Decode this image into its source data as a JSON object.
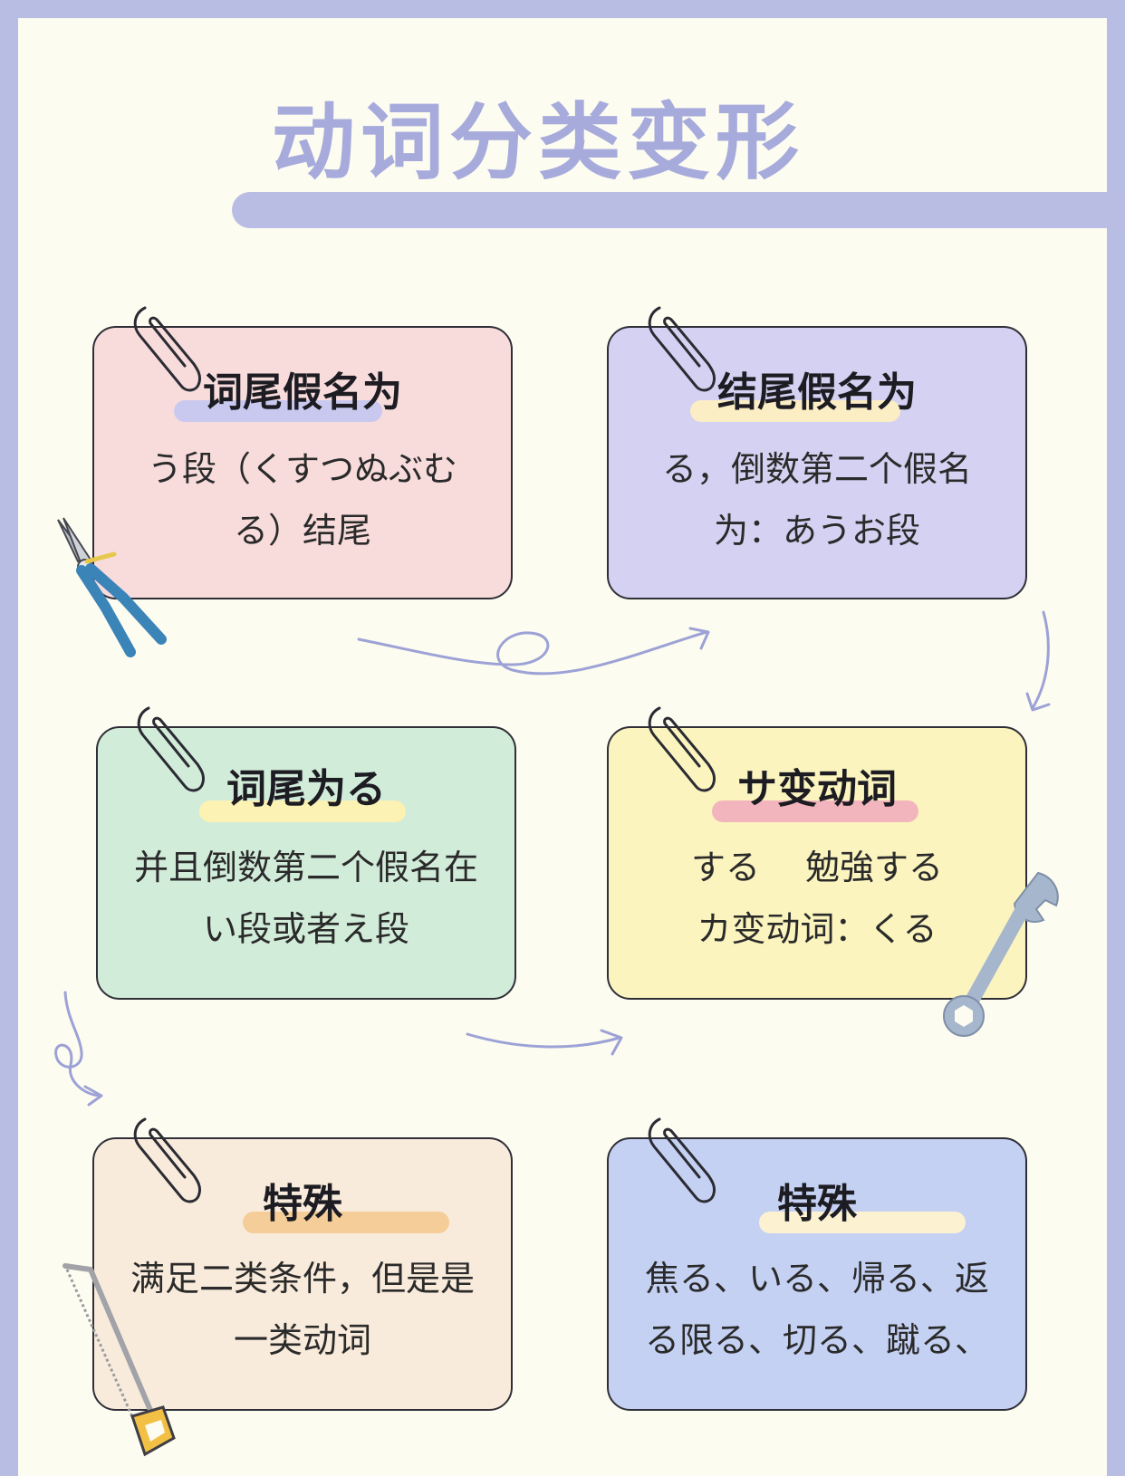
{
  "title": "动词分类变形",
  "colors": {
    "frame": "#b8bde3",
    "page": "#fdfcf0",
    "title": "#a7abdc",
    "arrow": "#9da2d6"
  },
  "cards": [
    {
      "title": "词尾假名为",
      "lines": [
        "う段（くすつぬぶむ",
        "る）结尾"
      ],
      "bg": "#f8dcdc",
      "highlight": "#c9c9ef"
    },
    {
      "title": "结尾假名为",
      "lines": [
        "る，倒数第二个假名",
        "为：あうお段"
      ],
      "bg": "#d5d1f2",
      "highlight": "#fbeec5"
    },
    {
      "title": "词尾为る",
      "lines": [
        "并且倒数第二个假名在",
        "い段或者え段"
      ],
      "bg": "#d2ecda",
      "highlight": "#fbf2b3"
    },
    {
      "title": "サ变动词",
      "lines": [
        "する　 勉強する",
        "カ变动词：くる"
      ],
      "bg": "#fbf4bf",
      "highlight": "#f3b5bd"
    },
    {
      "title": "特殊",
      "lines": [
        "满足二类条件，但是是",
        "一类动词"
      ],
      "bg": "#f9ebdb",
      "highlight": "#f4cd98"
    },
    {
      "title": "特殊",
      "lines": [
        "焦る、いる、帰る、返",
        "る限る、切る、蹴る、"
      ],
      "bg": "#c5d1f3",
      "highlight": "#fcf1d1"
    }
  ],
  "icons": {
    "clip": "paperclip-icon",
    "pliers": "pliers-icon",
    "wrench": "wrench-icon",
    "saw": "hacksaw-icon",
    "arrow": "curly-arrow-icon"
  }
}
